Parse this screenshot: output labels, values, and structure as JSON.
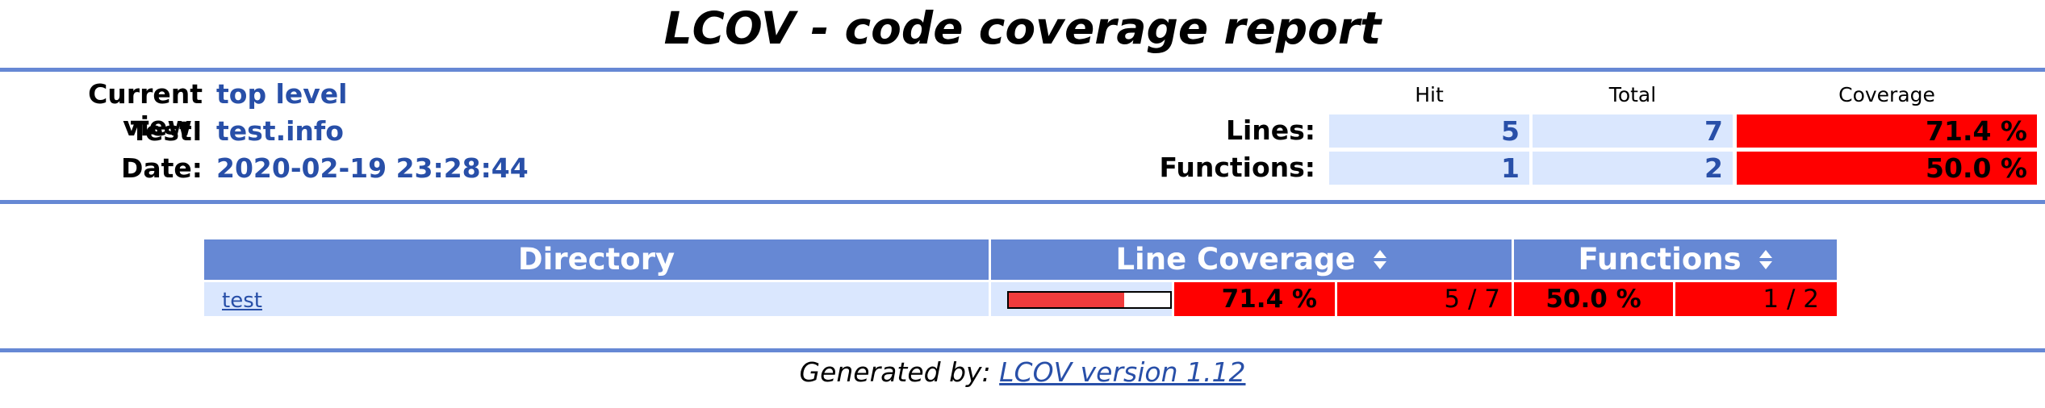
{
  "title": "LCOV - code coverage report",
  "info": {
    "current_view_label": "Current view:",
    "current_view_value": "top level",
    "test_label": "Test:",
    "test_value": "test.info",
    "date_label": "Date:",
    "date_value": "2020-02-19 23:28:44"
  },
  "summary": {
    "hit_header": "Hit",
    "total_header": "Total",
    "coverage_header": "Coverage",
    "lines": {
      "label": "Lines:",
      "hit": "5",
      "total": "7",
      "coverage": "71.4 %"
    },
    "functions": {
      "label": "Functions:",
      "hit": "1",
      "total": "2",
      "coverage": "50.0 %"
    }
  },
  "directory_table": {
    "headers": {
      "directory": "Directory",
      "line_coverage": "Line Coverage",
      "functions": "Functions"
    },
    "rows": [
      {
        "name": "test",
        "line_bar_fraction": 0.714,
        "line_percent": "71.4 %",
        "line_ratio": "5 / 7",
        "func_percent": "50.0 %",
        "func_ratio": "1 / 2"
      }
    ]
  },
  "footer": {
    "prefix": "Generated by: ",
    "link": "LCOV version 1.12"
  },
  "colors": {
    "header_blue": "#6688d4",
    "cell_blue": "#dae7fe",
    "low_red": "#ff0000",
    "link_blue": "#284fa8"
  },
  "icons": {
    "sort": "sort-updown-icon"
  }
}
